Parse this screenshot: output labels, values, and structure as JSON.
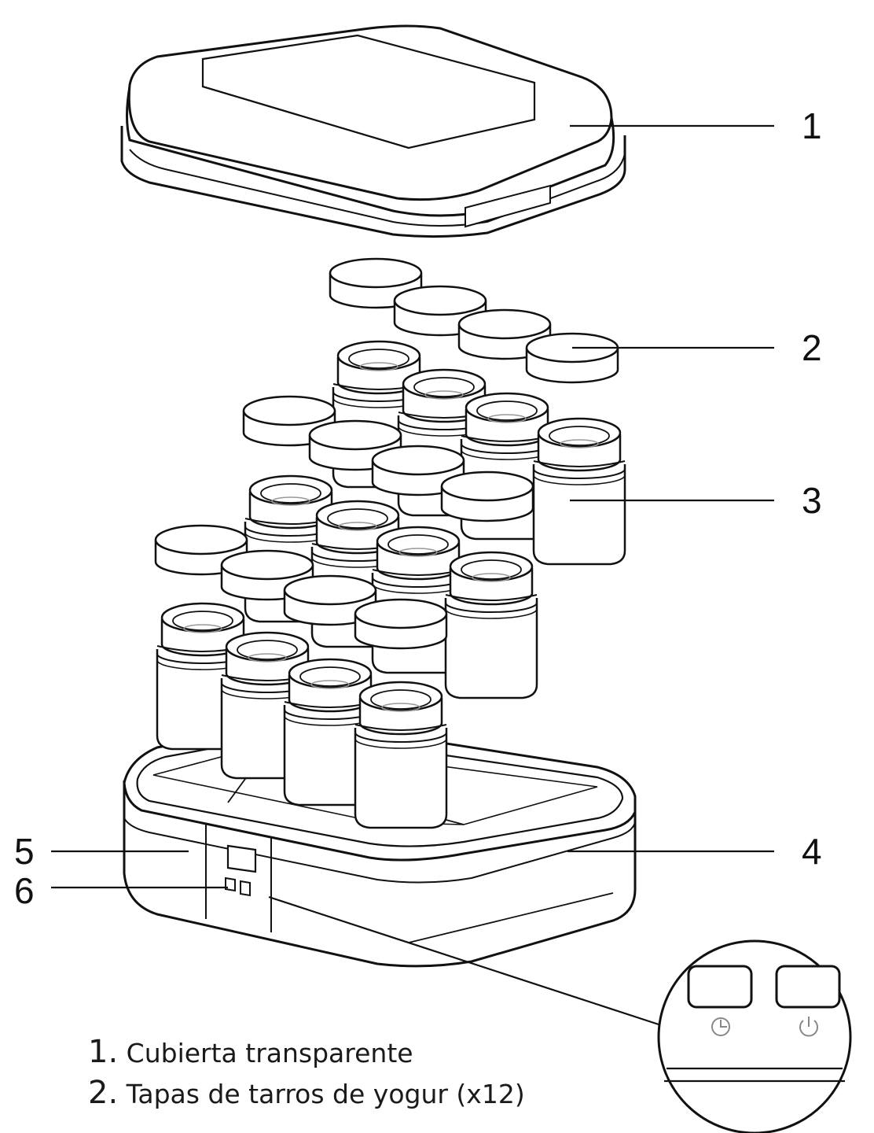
{
  "callouts": [
    {
      "number": "1",
      "part": "transparent-cover"
    },
    {
      "number": "2",
      "part": "jar-lids"
    },
    {
      "number": "3",
      "part": "yogurt-jars"
    },
    {
      "number": "4",
      "part": "base"
    },
    {
      "number": "5",
      "part": "display-panel"
    },
    {
      "number": "6",
      "part": "control-buttons"
    }
  ],
  "legend": [
    {
      "number": "1.",
      "text": "Cubierta transparente"
    },
    {
      "number": "2.",
      "text": "Tapas de tarros de yogur (x12)"
    }
  ],
  "inset": {
    "left_button_icon": "clock-icon",
    "right_button_icon": "power-icon"
  },
  "colors": {
    "line": "#111111",
    "fill": "#ffffff",
    "light": "#999999"
  }
}
